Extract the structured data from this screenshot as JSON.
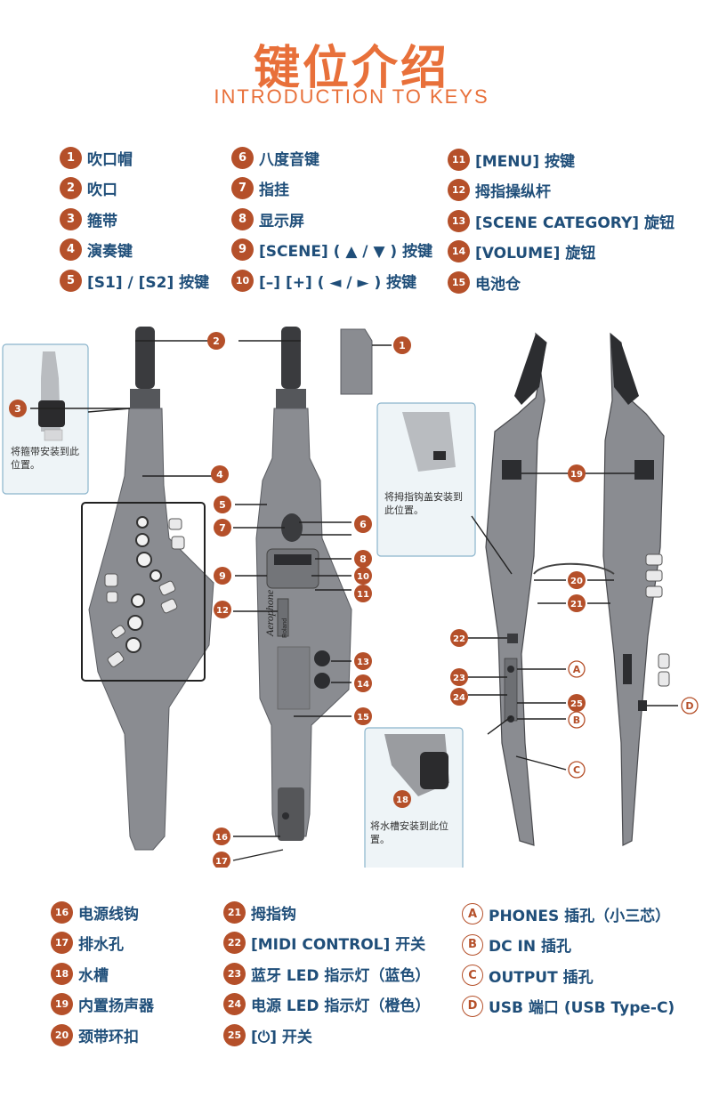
{
  "header": {
    "title": "键位介绍",
    "subtitle": "INTRODUCTION TO KEYS"
  },
  "legend_top": {
    "col1": [
      {
        "num": "1",
        "label": "吹口帽"
      },
      {
        "num": "2",
        "label": "吹口"
      },
      {
        "num": "3",
        "label": "箍带"
      },
      {
        "num": "4",
        "label": "演奏键"
      },
      {
        "num": "5",
        "label": "[S1] / [S2] 按键"
      }
    ],
    "col2": [
      {
        "num": "6",
        "label": "八度音键"
      },
      {
        "num": "7",
        "label": "指挂"
      },
      {
        "num": "8",
        "label": "显示屏"
      },
      {
        "num": "9",
        "label": "[SCENE] ( ▲ / ▼ ) 按键"
      },
      {
        "num": "10",
        "label": "[–] [+] ( ◄ / ► ) 按键"
      }
    ],
    "col3": [
      {
        "num": "11",
        "label": "[MENU] 按键"
      },
      {
        "num": "12",
        "label": "拇指操纵杆"
      },
      {
        "num": "13",
        "label": "[SCENE CATEGORY] 旋钮"
      },
      {
        "num": "14",
        "label": "[VOLUME] 旋钮"
      },
      {
        "num": "15",
        "label": "电池仓"
      }
    ]
  },
  "legend_bottom": {
    "col1": [
      {
        "num": "16",
        "label": "电源线钩"
      },
      {
        "num": "17",
        "label": "排水孔"
      },
      {
        "num": "18",
        "label": "水槽"
      },
      {
        "num": "19",
        "label": "内置扬声器"
      },
      {
        "num": "20",
        "label": "颈带环扣"
      }
    ],
    "col2": [
      {
        "num": "21",
        "label": "拇指钩"
      },
      {
        "num": "22",
        "label": "[MIDI CONTROL] 开关"
      },
      {
        "num": "23",
        "label": "蓝牙 LED 指示灯（蓝色）"
      },
      {
        "num": "24",
        "label": "电源 LED 指示灯（橙色）"
      },
      {
        "num": "25",
        "label": "[⏻] 开关"
      }
    ],
    "col3": [
      {
        "num": "A",
        "label": "PHONES 插孔（小三芯）"
      },
      {
        "num": "B",
        "label": "DC IN 插孔"
      },
      {
        "num": "C",
        "label": "OUTPUT 插孔"
      },
      {
        "num": "D",
        "label": "USB 端口 (USB Type-C)"
      }
    ]
  },
  "callouts": {
    "band": "将箍带安装到此位置。",
    "thumb_cover": "将拇指钩盖安装到此位置。",
    "tank": "将水槽安装到此位置。"
  },
  "device": {
    "brand": "Roland",
    "model": "Aerophone",
    "body_color": "#8a8c91",
    "dark_color": "#3a3b3e",
    "accent_color": "#b5502a",
    "callout_border": "#8ab4cc"
  }
}
